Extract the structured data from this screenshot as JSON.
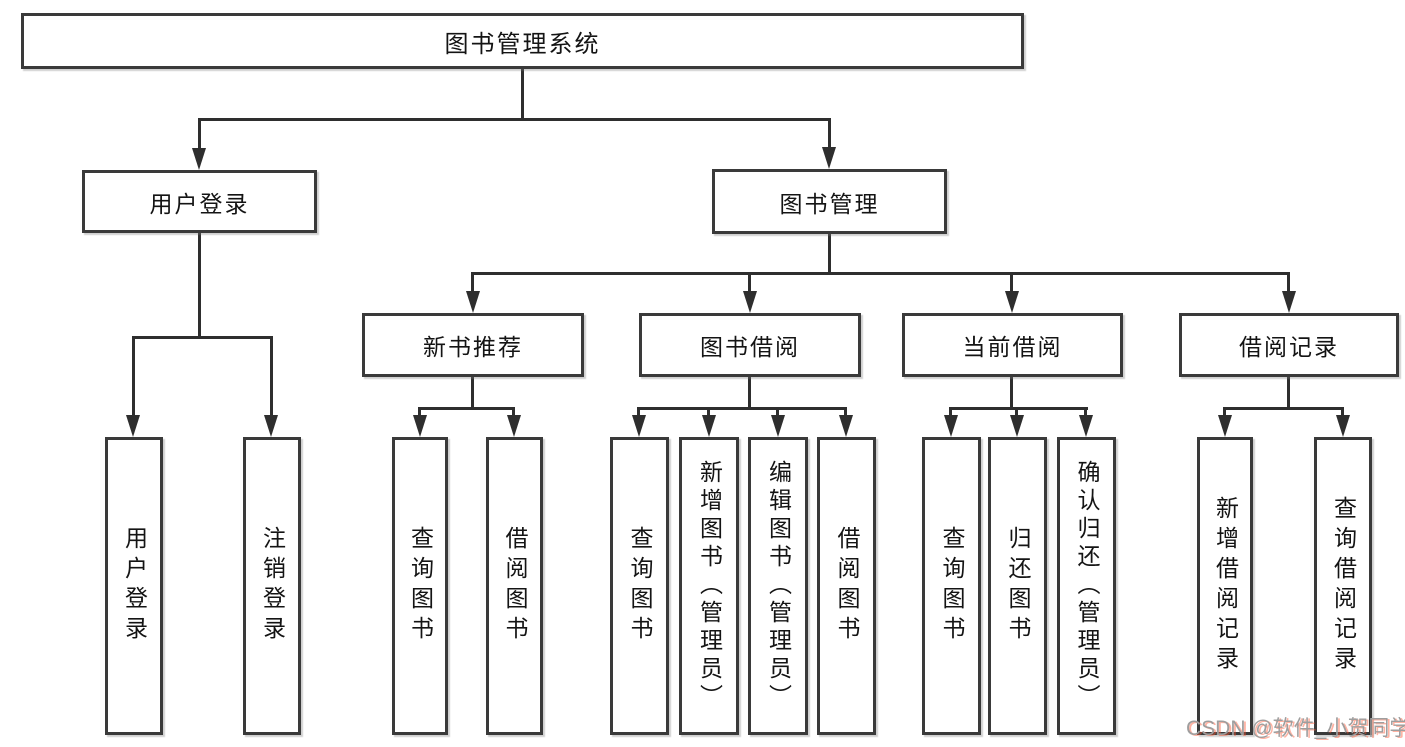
{
  "tree": {
    "label": "图书管理系统",
    "children": [
      {
        "label": "用户登录",
        "children": [
          {
            "label": "用户登录"
          },
          {
            "label": "注销登录"
          }
        ]
      },
      {
        "label": "图书管理",
        "children": [
          {
            "label": "新书推荐",
            "children": [
              {
                "label": "查询图书"
              },
              {
                "label": "借阅图书"
              }
            ]
          },
          {
            "label": "图书借阅",
            "children": [
              {
                "label": "查询图书"
              },
              {
                "label": "新增图书（管理员）"
              },
              {
                "label": "编辑图书（管理员）"
              },
              {
                "label": "借阅图书"
              }
            ]
          },
          {
            "label": "当前借阅",
            "children": [
              {
                "label": "查询图书"
              },
              {
                "label": "归还图书"
              },
              {
                "label": "确认归还（管理员）"
              }
            ]
          },
          {
            "label": "借阅记录",
            "children": [
              {
                "label": "新增借阅记录"
              },
              {
                "label": "查询借阅记录"
              }
            ]
          }
        ]
      }
    ]
  },
  "watermark": {
    "text": "CSDN @软件_小贺同学"
  },
  "colors": {
    "line": "#2e2e2e",
    "box_border": "#3a3a3a",
    "text": "#141414",
    "watermark_gray": "#9e9e9e",
    "watermark_red": "#fc5531",
    "background": "#ffffff"
  }
}
